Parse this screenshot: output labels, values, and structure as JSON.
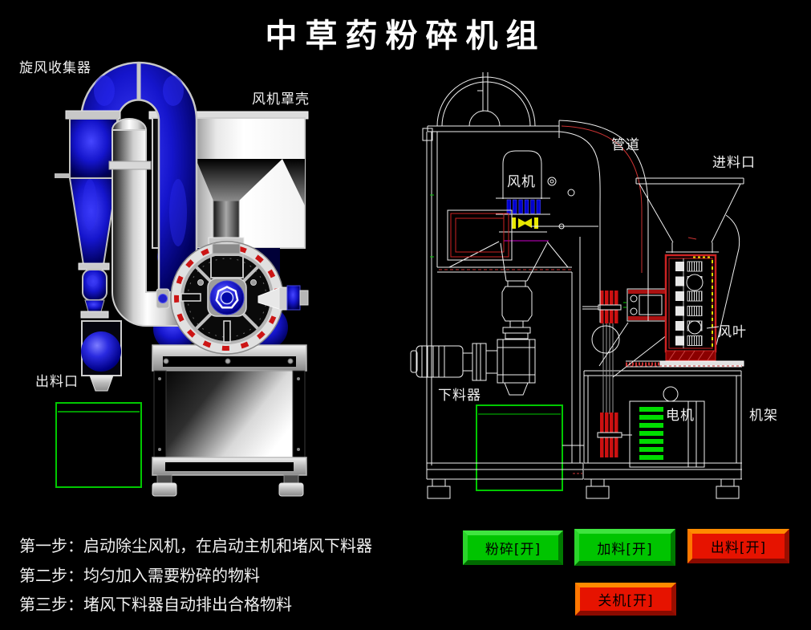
{
  "title": "中草药粉碎机组",
  "left_machine": {
    "cyclone_label": "旋风收集器",
    "fan_housing_label": "风机罩壳",
    "outlet_label": "出料口"
  },
  "right_machine": {
    "fan_label": "风机",
    "duct_label": "管道",
    "inlet_label": "进料口",
    "blade_label": "风叶",
    "feeder_label": "下料器",
    "motor_label": "电机",
    "frame_label": "机架"
  },
  "steps": [
    "第一步：启动除尘风机，在启动主机和堵风下料器",
    "第二步：均匀加入需要粉碎的物料",
    "第三步：堵风下料器自动排出合格物料"
  ],
  "buttons": {
    "crush": {
      "label": "粉碎[开]",
      "state_color": "green"
    },
    "feed": {
      "label": "加料[开]",
      "state_color": "green"
    },
    "discharge": {
      "label": "出料[开]",
      "state_color": "red"
    },
    "shutdown": {
      "label": "关机[开]",
      "state_color": "red"
    }
  },
  "colors": {
    "background": "#000000",
    "button_green": "#00C400",
    "button_red": "#E61300",
    "button_orange_bevel": "#FF8800",
    "cad_line_white": "#F0F0F0",
    "cad_red": "#CC2222",
    "cad_blue": "#0000CE",
    "cad_yellow": "#E8E800",
    "cad_magenta": "#CC00CC",
    "bin_green": "#00C800",
    "motor_stripe_green": "#00DD00",
    "machine_blue": "#1515CC"
  }
}
